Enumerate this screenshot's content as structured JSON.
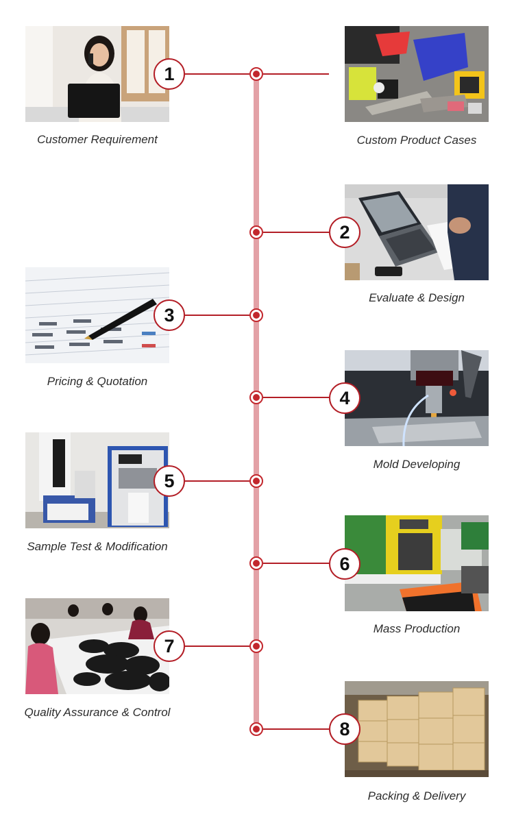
{
  "steps": [
    {
      "number": "1",
      "label": "Customer Requirement",
      "icon": "customer-on-phone-photo"
    },
    {
      "number": "",
      "label": "Custom Product Cases",
      "icon": "product-cases-photo"
    },
    {
      "number": "2",
      "label": "Evaluate & Design",
      "icon": "laptop-design-photo"
    },
    {
      "number": "3",
      "label": "Pricing & Quotation",
      "icon": "pen-on-spreadsheet-photo"
    },
    {
      "number": "4",
      "label": "Mold Developing",
      "icon": "cnc-machine-photo"
    },
    {
      "number": "5",
      "label": "Sample Test & Modification",
      "icon": "test-machines-photo"
    },
    {
      "number": "6",
      "label": "Mass Production",
      "icon": "injection-machine-photo"
    },
    {
      "number": "7",
      "label": "Quality Assurance & Control",
      "icon": "inspection-workers-photo"
    },
    {
      "number": "8",
      "label": "Packing & Delivery",
      "icon": "carton-boxes-photo"
    }
  ],
  "colors": {
    "accent": "#b31e26",
    "timeline": "#e3a1a6",
    "text": "#2c2c2c"
  }
}
